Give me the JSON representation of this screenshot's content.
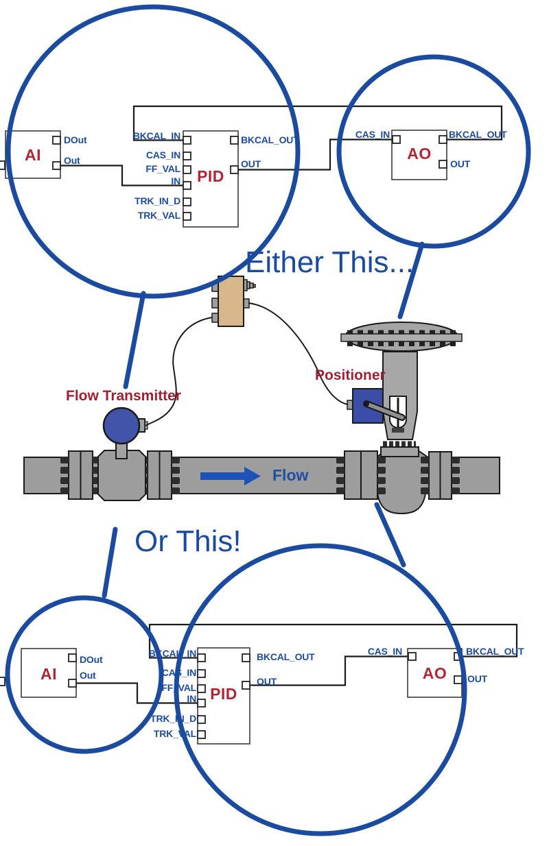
{
  "headings": {
    "either_this": "Either This...",
    "or_this": "Or This!"
  },
  "device_labels": {
    "flow_transmitter": "Flow Transmitter",
    "positioner": "Positioner",
    "flow": "Flow"
  },
  "blocks": {
    "ai": {
      "name": "AI",
      "ports": {
        "dout": "DOut",
        "out": "Out"
      }
    },
    "pid": {
      "name": "PID",
      "inputs": [
        "BKCAL_IN",
        "CAS_IN",
        "FF_VAL",
        "IN",
        "TRK_IN_D",
        "TRK_VAL"
      ],
      "outputs": [
        "BKCAL_OUT",
        "OUT"
      ]
    },
    "ao": {
      "name": "AO",
      "ports": {
        "cas_in": "CAS_IN",
        "bkcal_out": "BKCAL_OUT",
        "out": "OUT"
      }
    }
  },
  "colors": {
    "circle_blue": "#1a4b9f",
    "label_blue": "#1c4b9e",
    "heading_blue": "#1a4b9f",
    "block_red": "#b22633",
    "device_red": "#a01f31",
    "arrow_blue": "#1d53b8",
    "transmitter_blue": "#4254a9",
    "positioner_blue": "#3b4da6",
    "junction_tan": "#d9b78d",
    "pipe_gray": "#9d9d9d",
    "wire_black": "#1a1a1a"
  }
}
